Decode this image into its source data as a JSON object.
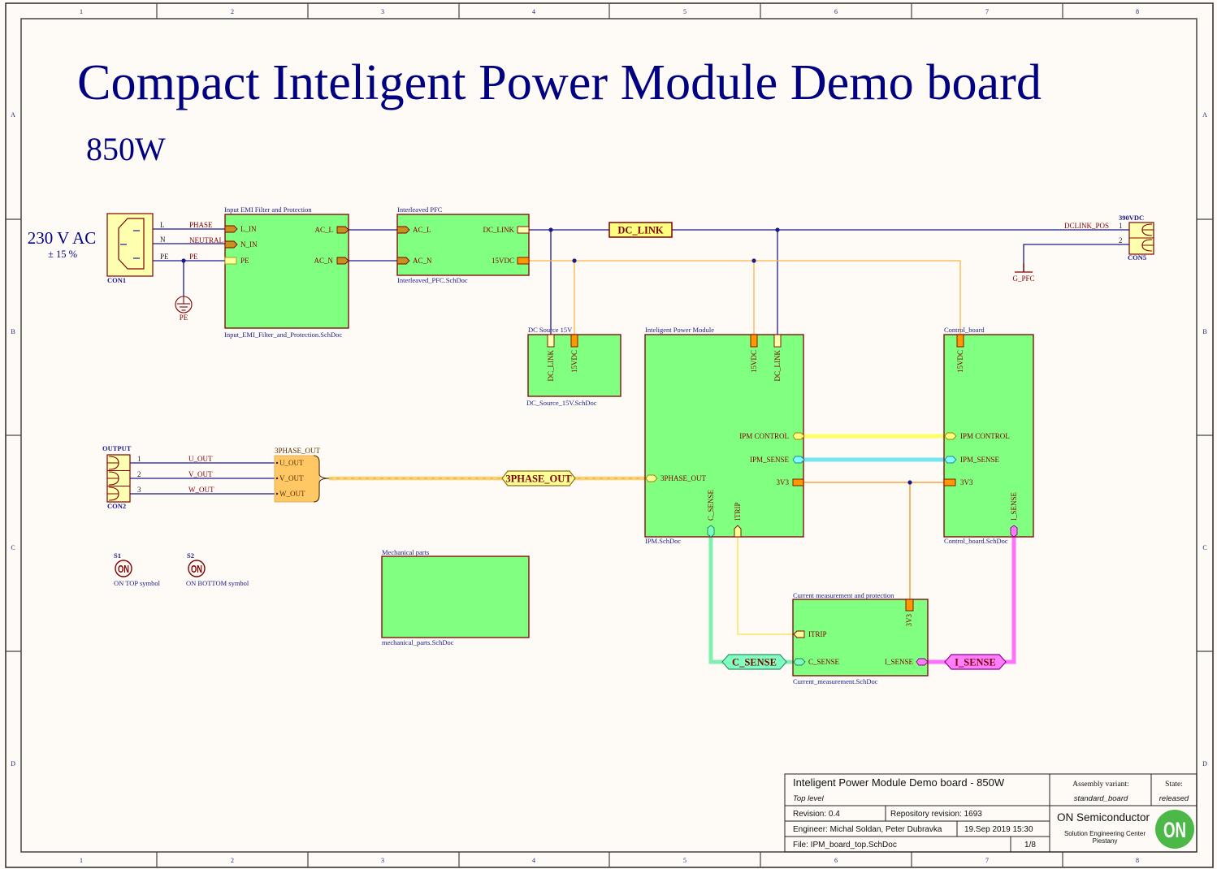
{
  "sheet": {
    "title": "Compact Inteligent Power Module Demo board",
    "subtitle": "850W",
    "columns": [
      "1",
      "2",
      "3",
      "4",
      "5",
      "6",
      "7",
      "8"
    ],
    "rows": [
      "A",
      "B",
      "C",
      "D"
    ]
  },
  "input": {
    "voltage": "230 V AC",
    "tolerance": "± 15 %"
  },
  "con1": {
    "designator": "CON1",
    "pins": [
      "L",
      "N",
      "PE"
    ],
    "nets": [
      "PHASE",
      "NEUTRAL",
      "PE"
    ],
    "ground_label": "PE"
  },
  "blocks": {
    "emi": {
      "title": "Input EMI Filter and Protection",
      "file": "Input_EMI_Filter_and_Protection.SchDoc",
      "ports_left": [
        "L_IN",
        "N_IN",
        "PE"
      ],
      "ports_right": [
        "AC_L",
        "AC_N"
      ]
    },
    "pfc": {
      "title": "Interleaved PFC",
      "file": "Interleaved_PFC.SchDoc",
      "ports_left": [
        "AC_L",
        "AC_N"
      ],
      "ports_right": [
        "DC_LINK",
        "15VDC"
      ]
    },
    "dc_source": {
      "title": "DC Source 15V",
      "file": "DC_Source_15V.SchDoc",
      "ports_top": [
        "DC_LINK",
        "15VDC"
      ]
    },
    "ipm": {
      "title": "Inteligent Power Module",
      "file": "IPM.SchDoc",
      "ports_top": [
        "15VDC",
        "DC_LINK"
      ],
      "ports_right": [
        "IPM CONTROL",
        "IPM_SENSE",
        "3V3"
      ],
      "ports_left": [
        "3PHASE_OUT"
      ],
      "ports_bottom": [
        "C_SENSE",
        "ITRIP"
      ]
    },
    "control": {
      "title": "Control_board",
      "file": "Control_board.SchDoc",
      "ports_top": [
        "15VDC"
      ],
      "ports_left": [
        "IPM CONTROL",
        "IPM_SENSE",
        "3V3"
      ],
      "ports_bottom": [
        "I_SENSE"
      ]
    },
    "current": {
      "title": "Current measurement and protection",
      "file": "Current_measurement.SchDoc",
      "ports_top": [
        "3V3"
      ],
      "ports_left": [
        "ITRIP",
        "C_SENSE"
      ],
      "ports_right": [
        "I_SENSE"
      ]
    },
    "mechanical": {
      "title": "Mechanical parts",
      "file": "mechanical_parts.SchDoc"
    }
  },
  "net_labels": {
    "dc_link": "DC_LINK",
    "three_phase": "3PHASE_OUT",
    "c_sense": "C_SENSE",
    "i_sense": "I_SENSE"
  },
  "con5": {
    "designator": "CON5",
    "value": "390VDC",
    "pins": [
      "1",
      "2"
    ],
    "net": "DCLINK_POS",
    "ground_label": "G_PFC"
  },
  "con2": {
    "designator": "CON2",
    "comment": "OUTPUT",
    "pins": [
      "1",
      "2",
      "3"
    ],
    "nets": [
      "U_OUT",
      "V_OUT",
      "W_OUT"
    ]
  },
  "harness": {
    "title": "3PHASE_OUT",
    "entries": [
      "U_OUT",
      "V_OUT",
      "W_OUT"
    ]
  },
  "logos": [
    {
      "designator": "S1",
      "glyph": "ON",
      "label": "ON TOP symbol"
    },
    {
      "designator": "S2",
      "glyph": "ON",
      "label": "ON BOTTOM symbol"
    }
  ],
  "title_block": {
    "title": "Inteligent Power Module Demo board - 850W",
    "level": "Top level",
    "revision": "Revision:  0.4",
    "repository_revision": "Repository revision:  1693",
    "engineer": "Engineer: Michal Soldan, Peter Dubravka",
    "date": "19.Sep 2019 15:30",
    "file": "File:  IPM_board_top.SchDoc",
    "sheet": "1/8",
    "assembly_label": "Assembly variant:",
    "assembly_value": "standard_board",
    "state_label": "State:",
    "state_value": "released",
    "company": "ON Semiconductor",
    "department": "Solution Engineering Center",
    "location": "Piestany",
    "logo_text": "ON"
  },
  "colors": {
    "sheet_background": "#fefbf6",
    "title_text": "#000080",
    "sheet_symbol_fill": "#80ff80",
    "sheet_symbol_border": "#800000",
    "wire": "#1a1a8c",
    "net_15vdc": "#ffb347",
    "net_3v3": "#f59220",
    "bus_ipm_control": "#ffff66",
    "bus_ipm_sense": "#72e6f2",
    "bus_c_sense": "#80f0b0",
    "bus_i_sense": "#ff70ff",
    "harness": "#ffd070",
    "on_logo": "#4cb848"
  }
}
